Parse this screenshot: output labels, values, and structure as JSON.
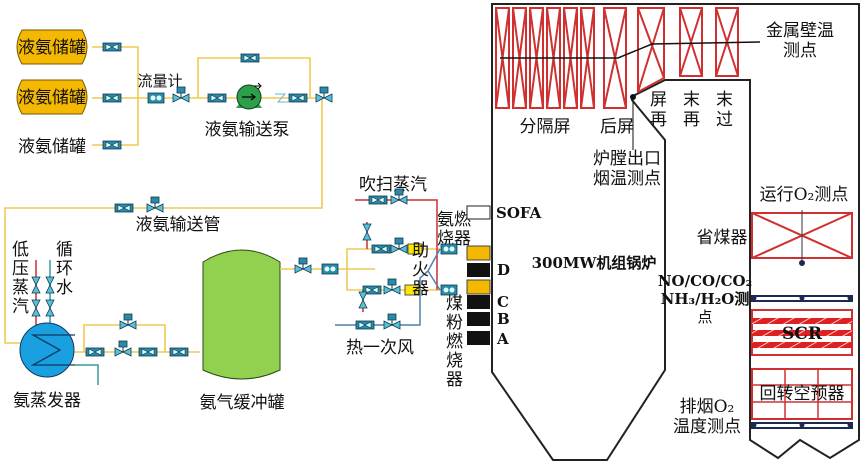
{
  "title": "液氨SCR脱硝系统与300MW机组锅炉示意图",
  "storage": {
    "tanks": [
      "液氨储罐",
      "液氨储罐",
      "液氨储罐"
    ],
    "flowmeter": "流量计",
    "pump": "液氨输送泵",
    "pipe": "液氨输送管"
  },
  "evaporator": {
    "steam": "低压蒸汽",
    "water": "循环水",
    "name": "氨蒸发器"
  },
  "buffer_tank": "氨气缓冲罐",
  "burners": {
    "purge_steam": "吹扫蒸汽",
    "igniter": "助火器",
    "ammonia_burner": "氨燃烧器",
    "primary_air": "热一次风",
    "coal_burner": "煤粉燃烧器",
    "levels": [
      "SOFA",
      "D",
      "C",
      "B",
      "A"
    ]
  },
  "boiler": {
    "name": "300MW机组锅炉",
    "division_panel": "分隔屏",
    "rear_panel": "后屏",
    "panel_reheater": "屏再",
    "final_reheater": "末再",
    "final_superheater": "末过",
    "metal_temp": "金属壁温测点",
    "furnace_exit": "炉膛出口烟温测点",
    "economizer": "省煤器",
    "o2_point": "运行O₂测点",
    "gas_point_line1": "NO/CO/CO₂",
    "gas_point_line2": "NH₃/H₂O测",
    "gas_point_line3": "点",
    "scr": "SCR",
    "air_preheater": "回转空预器",
    "exhaust_line1": "排烟O₂",
    "exhaust_line2": "温度测点"
  },
  "colors": {
    "ammonia_pipe": "#f0c850",
    "tank_fill": "#f5b800",
    "evaporator_fill": "#1aa0e0",
    "buffer_fill": "#92d050",
    "pump_fill": "#2e9e4a",
    "heat_surface": "#d03030",
    "valve": "#2a8aa8"
  }
}
